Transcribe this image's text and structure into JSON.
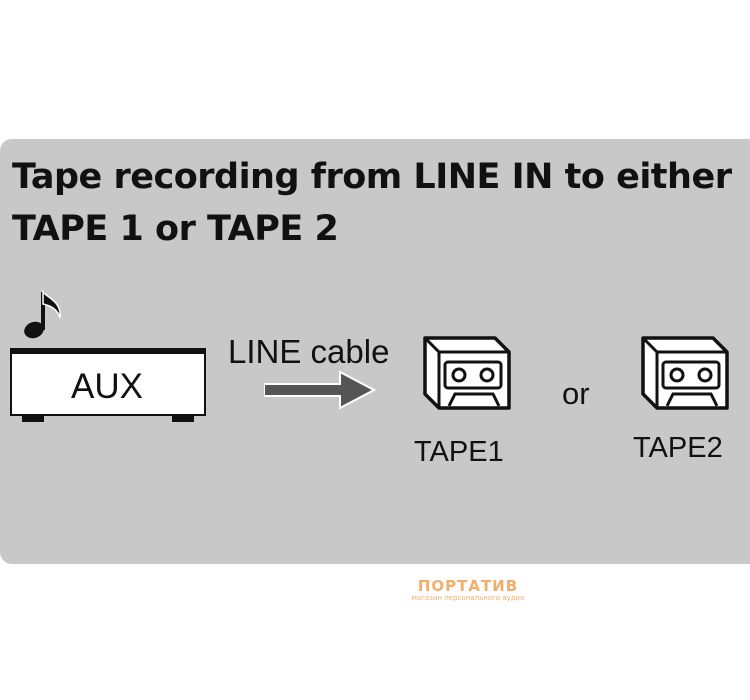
{
  "title": {
    "line1": "Tape recording from LINE IN to either",
    "line2": "TAPE 1 or TAPE 2"
  },
  "source": {
    "label": "AUX",
    "icon": "music-note-icon"
  },
  "connection": {
    "label": "LINE cable",
    "icon": "arrow-right-icon"
  },
  "destinations": [
    {
      "label": "TAPE1",
      "icon": "cassette-tape-icon"
    },
    {
      "label": "TAPE2",
      "icon": "cassette-tape-icon"
    }
  ],
  "separator": "or",
  "watermark": {
    "brand": "ПОРТАТИВ",
    "tagline": "магазин персонального аудио"
  },
  "colors": {
    "panel": "#c8c8c8",
    "ink": "#111111",
    "arrow": "#555555",
    "watermark": "#f0a050"
  }
}
